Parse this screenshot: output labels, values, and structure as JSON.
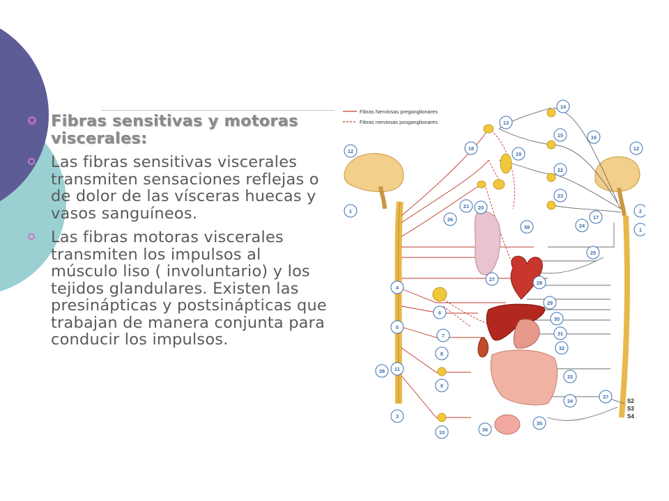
{
  "slide": {
    "heading": "Fibras sensitivas y motoras viscerales:",
    "paragraphs": [
      "Las fibras sensitivas viscerales transmiten sensaciones reflejas o de dolor de las vísceras huecas y vasos sanguíneos.",
      "Las fibras motoras viscerales transmiten los impulsos al músculo liso ( involuntario) y los tejidos glandulares. Existen las presinápticas y postsinápticas que trabajan de manera conjunta para conducir los impulsos."
    ]
  },
  "figure": {
    "legend": {
      "pre": "Fibras Nerviosas preganglionares",
      "post": "Fibras nerviosas posganglionares"
    },
    "labels": {
      "n1l": "1",
      "n12l": "12",
      "n4": "4",
      "n5": "5",
      "n11": "11",
      "n39": "39",
      "n3": "3",
      "n6": "6",
      "n7": "7",
      "n8": "8",
      "n9": "9",
      "n10": "10",
      "n13": "13",
      "n14": "14",
      "n15": "15",
      "n16": "16",
      "n18": "18",
      "n19": "19",
      "n20": "20",
      "n21": "21",
      "n22": "22",
      "n23": "23",
      "n24": "24",
      "n17": "17",
      "n26": "26",
      "n38": "38",
      "n25": "25",
      "n27": "27",
      "n28": "28",
      "n29": "29",
      "n30": "30",
      "n31": "31",
      "n32": "32",
      "n33": "33",
      "n34": "34",
      "n35": "35",
      "n36": "36",
      "n37": "37",
      "n12r": "12",
      "n2r": "2",
      "n1r": "1",
      "s2": "S2",
      "s3": "S3",
      "s4": "S4"
    }
  },
  "colors": {
    "purple_circle": "#5e5c97",
    "teal_circle": "#9ad0d1",
    "bullet_marker": "#c77bc9",
    "nerve_red": "#c0392b",
    "nerve_gray": "#6b6b6b",
    "label_blue": "#3a6fb0"
  }
}
